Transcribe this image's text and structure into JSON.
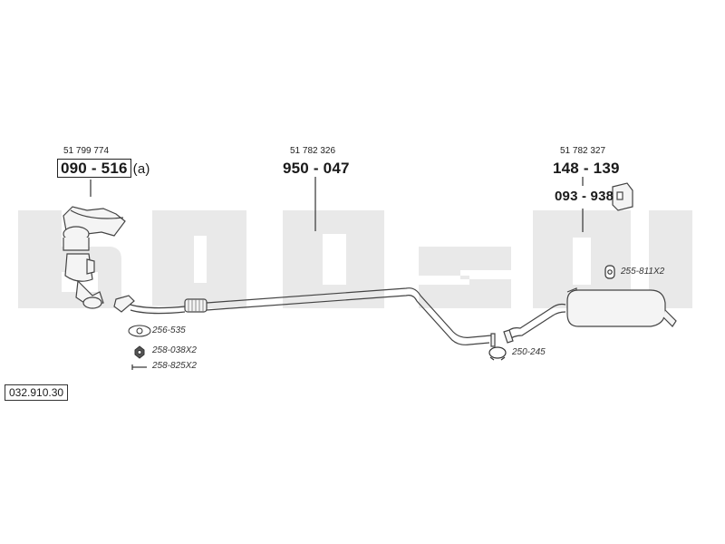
{
  "watermark": {
    "text": "bosal",
    "color": "#e9e9e9"
  },
  "catalog_number": "032.910.30",
  "parts": {
    "manifold": {
      "oem": "51 799 774",
      "number": "090 - 516",
      "suffix": "(a)"
    },
    "middle_pipe": {
      "oem": "51 782 326",
      "number": "950 - 047"
    },
    "rear_muffler": {
      "oem": "51 782 327",
      "number": "148 - 139"
    },
    "bracket": {
      "number": "093 - 938"
    }
  },
  "accessories": {
    "gasket": "256-535",
    "nut": "258-038X2",
    "bolt": "258-825X2",
    "clamp": "250-245",
    "rubber_mount": "255-811X2"
  }
}
